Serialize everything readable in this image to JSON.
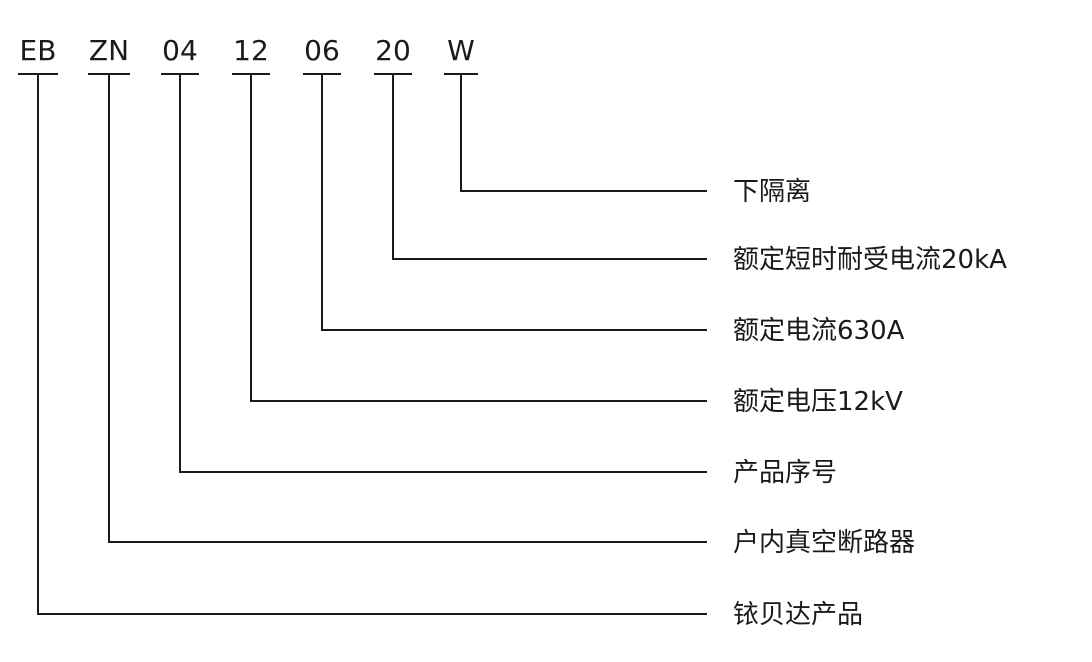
{
  "codes": [
    "EB",
    "ZN",
    "04",
    "12",
    "06",
    "20",
    "W"
  ],
  "descriptions": [
    "下隔离",
    "额定短时耐受电流20kA",
    "额定电流630A",
    "额定电压12kV",
    "产品序号",
    "户内真空断路器",
    "铱贝达产品"
  ]
}
